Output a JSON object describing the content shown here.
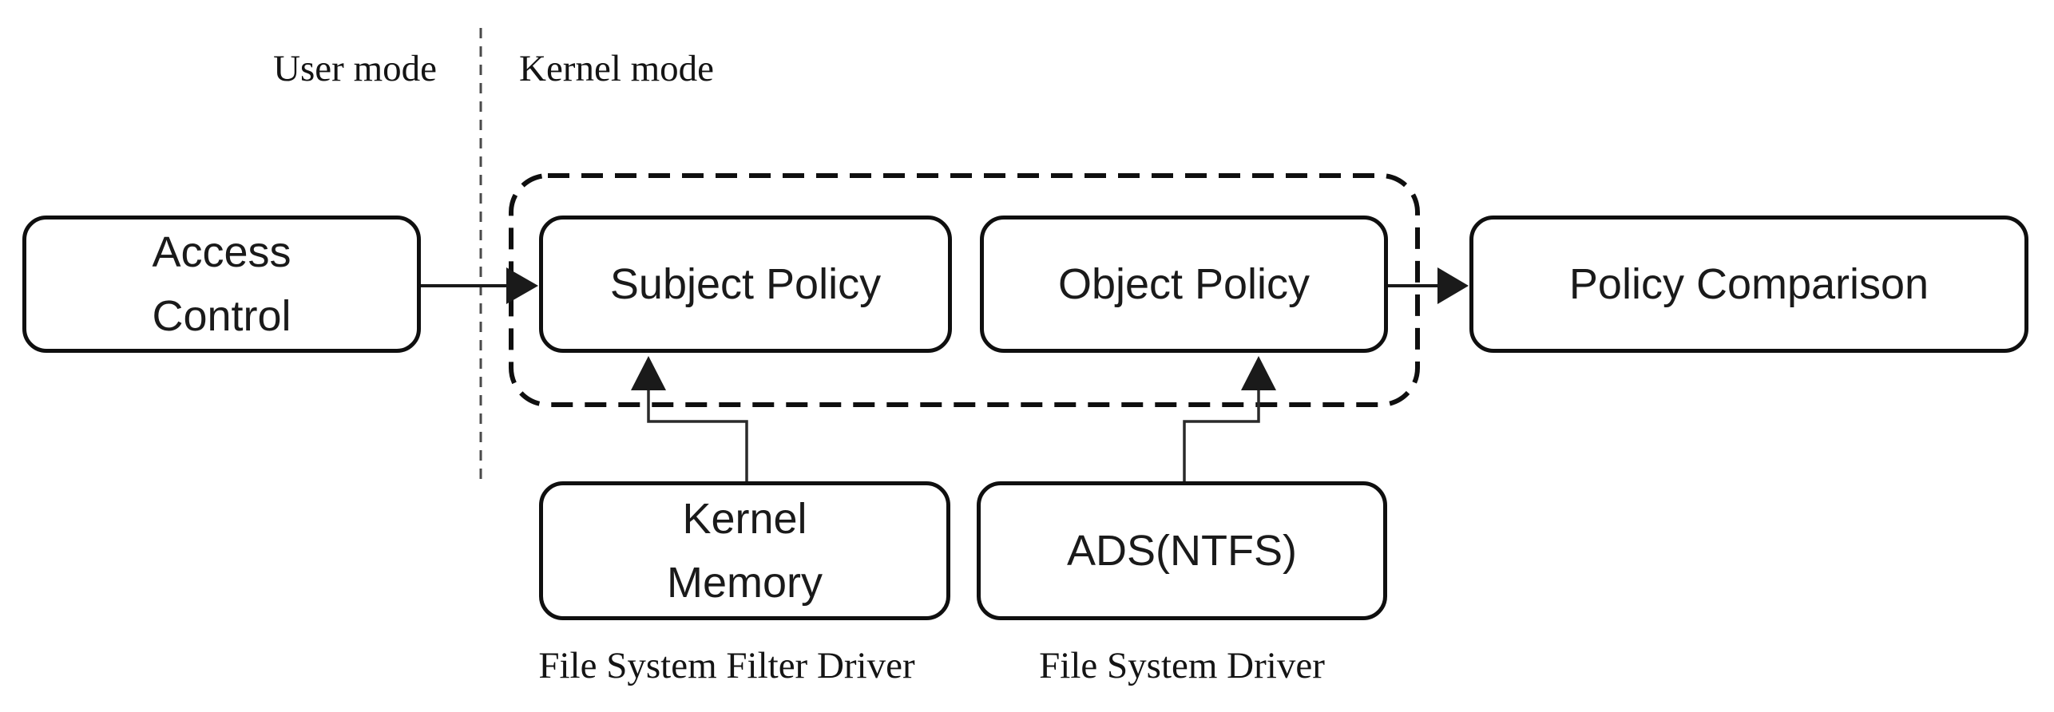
{
  "labels": {
    "user_mode": "User mode",
    "kernel_mode": "Kernel mode",
    "access_control_1": "Access",
    "access_control_2": "Control",
    "subject_policy": "Subject Policy",
    "object_policy": "Object Policy",
    "policy_comparison": "Policy Comparison",
    "kernel_memory_1": "Kernel",
    "kernel_memory_2": "Memory",
    "ads_ntfs": "ADS(NTFS)",
    "file_system_filter_driver": "File System Filter Driver",
    "file_system_driver": "File System Driver"
  },
  "colors": {
    "background": "#ffffff",
    "box_border": "#0f0f0f",
    "text": "#1a1a1a",
    "arrow": "#1a1a1a",
    "connector": "#2a2a2a",
    "mode_divider": "#4a4a4a",
    "dashed_group_border": "#0f0f0f"
  }
}
